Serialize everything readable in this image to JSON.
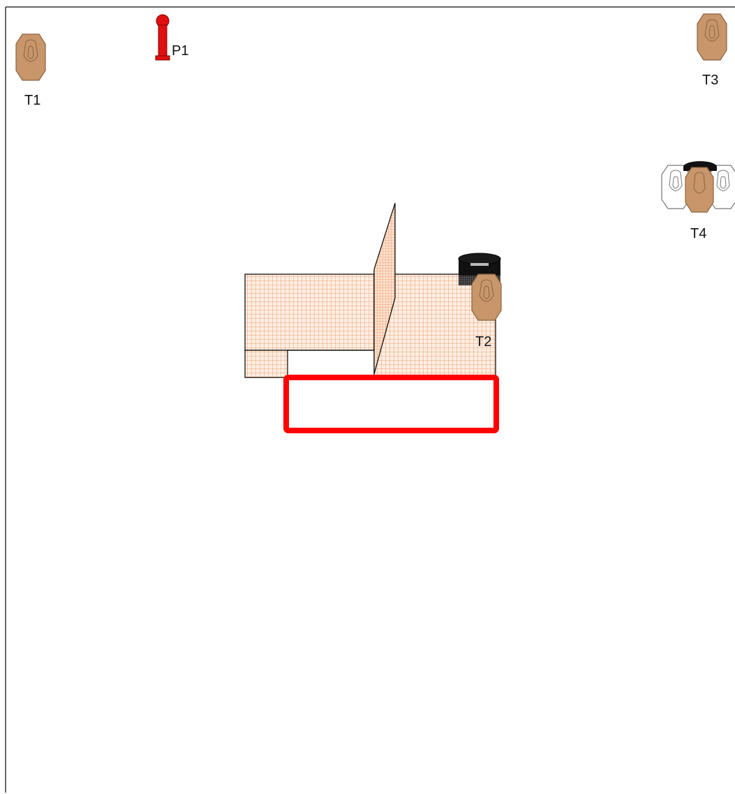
{
  "diagram": {
    "labels": {
      "t1": "T1",
      "t2": "T2",
      "t3": "T3",
      "t4": "T4",
      "p1": "P1"
    },
    "colors": {
      "target": "#c8966a",
      "target_outline": "#8a6440",
      "no_shoot": "#ffffff",
      "popper": "#e01010",
      "barrel": "#111111",
      "wall_fill": "#fbe5d6",
      "wall_mesh": "#f0a070",
      "shooting_box": "#ff0000",
      "border": "#333333"
    },
    "icons": {
      "paper_target": "paper-target-icon",
      "no_shoot_target": "no-shoot-target-icon",
      "popper": "popper-icon",
      "barrel": "barrel-icon"
    }
  }
}
